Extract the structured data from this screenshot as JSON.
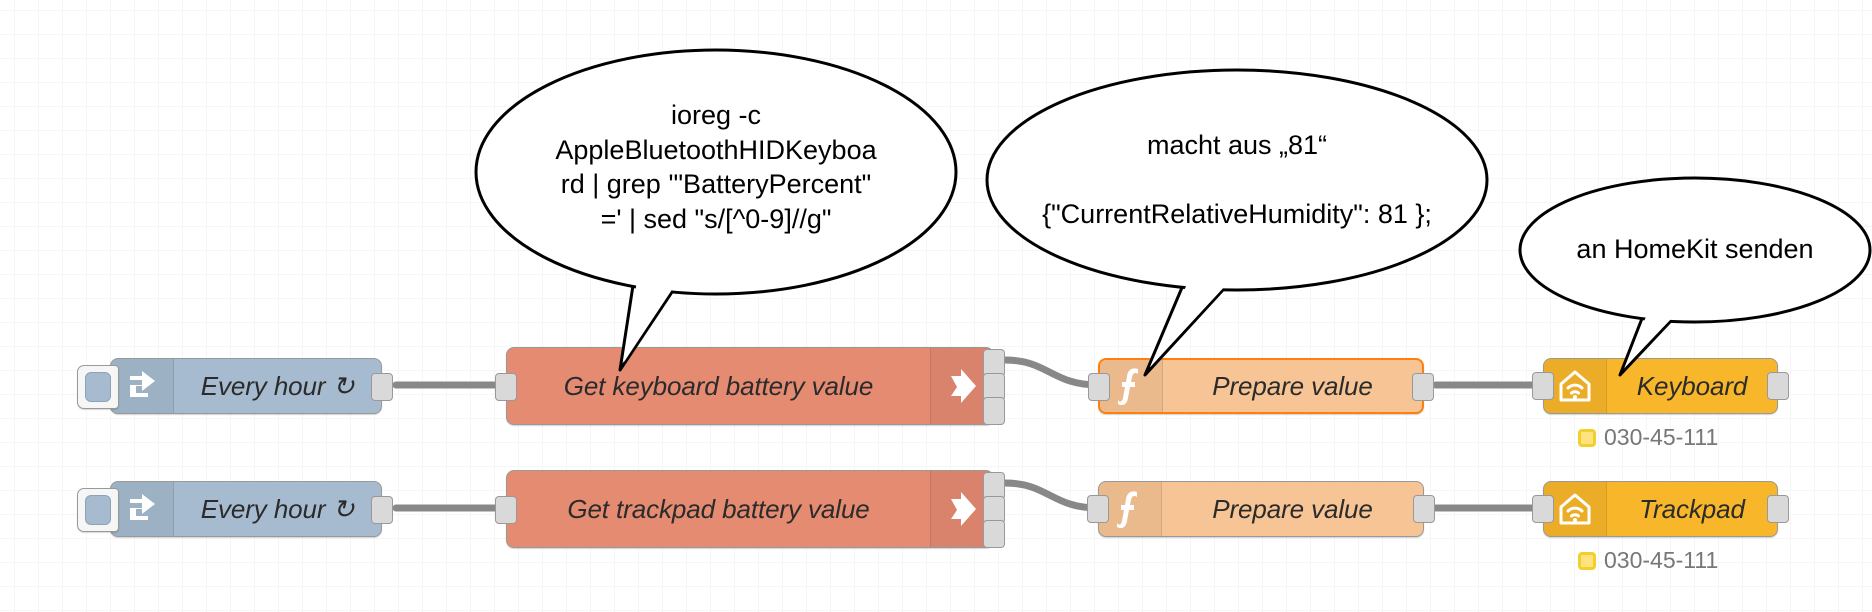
{
  "canvas": {
    "app": "node-red-flow-editor",
    "grid": true,
    "background": "#ffffff"
  },
  "colors": {
    "inject": "#a6bbcf",
    "exec": "#e58b72",
    "function": "#f7c495",
    "homekit": "#f8b72a",
    "wire": "#888888",
    "port": "#d9d9d9",
    "selected_border": "#ff7f0e",
    "status_badge": "#f3cf2e"
  },
  "rows": [
    {
      "id": "keyboard-row",
      "nodes": [
        {
          "type": "inject",
          "label": "Every hour ↻",
          "icon": "inject-arrow-icon",
          "selected": false
        },
        {
          "type": "exec",
          "label": "Get keyboard battery value",
          "icon": "exec-arrow-icon",
          "selected": false
        },
        {
          "type": "function",
          "label": "Prepare value",
          "icon": "function-f-icon",
          "selected": true
        },
        {
          "type": "homekit",
          "label": "Keyboard",
          "icon": "homekit-house-icon",
          "selected": false,
          "status": "030-45-111"
        }
      ]
    },
    {
      "id": "trackpad-row",
      "nodes": [
        {
          "type": "inject",
          "label": "Every hour ↻",
          "icon": "inject-arrow-icon",
          "selected": false
        },
        {
          "type": "exec",
          "label": "Get trackpad battery value",
          "icon": "exec-arrow-icon",
          "selected": false
        },
        {
          "type": "function",
          "label": "Prepare value",
          "icon": "function-f-icon",
          "selected": false
        },
        {
          "type": "homekit",
          "label": "Trackpad",
          "icon": "homekit-house-icon",
          "selected": false,
          "status": "030-45-111"
        }
      ]
    }
  ],
  "callouts": [
    {
      "id": "exec-command-callout",
      "text": "ioreg -c\nAppleBluetoothHIDKeyboa\nrd | grep '\"BatteryPercent\"\n=' | sed \"s/[^0-9]//g\""
    },
    {
      "id": "function-output-callout",
      "text": "macht aus „81“\n\n{\"CurrentRelativeHumidity\": 81 };"
    },
    {
      "id": "homekit-callout",
      "text": "an HomeKit senden"
    }
  ]
}
